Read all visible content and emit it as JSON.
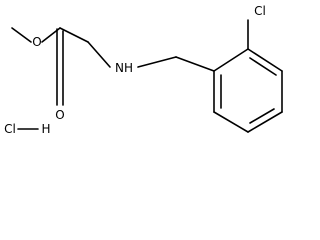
{
  "molecule": {
    "atoms": {
      "ester_oxygen": "O",
      "carbonyl_oxygen": "O",
      "amine": "NH",
      "aryl_chlorine": "Cl",
      "hydrochloride_chlorine": "Cl",
      "hydrochloride_hydrogen": "H"
    },
    "colors": {
      "bond": "#000000",
      "label": "#000000",
      "background": "#ffffff"
    }
  }
}
